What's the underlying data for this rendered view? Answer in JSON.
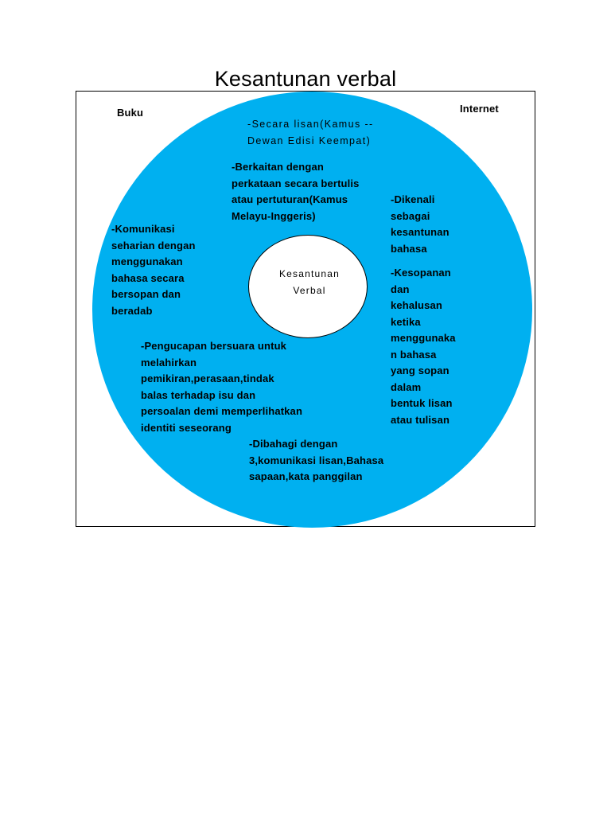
{
  "title": "Kesantunan verbal",
  "colors": {
    "outer_circle": "#00b0f0",
    "inner_circle": "#ffffff",
    "frame_border": "#000000"
  },
  "corner_labels": {
    "left": "Buku",
    "right": "Internet"
  },
  "center": {
    "lines": [
      "Kesantunan",
      "Verbal"
    ]
  },
  "notes": {
    "kamus_dewan": [
      "-Secara lisan(Kamus --",
      "Dewan Edisi Keempat)"
    ],
    "kamus_melayu": [
      "-Berkaitan dengan",
      "perkataan secara bertulis",
      "atau pertuturan(Kamus",
      "Melayu-Inggeris)"
    ],
    "dikenali": [
      "-Dikenali",
      "sebagai",
      "kesantunan",
      "bahasa"
    ],
    "komunikasi": [
      "-Komunikasi",
      "seharian dengan",
      "menggunakan",
      "bahasa secara",
      "bersopan dan",
      "beradab"
    ],
    "kesopanan": [
      "-Kesopanan",
      "dan",
      "kehalusan",
      "ketika",
      "menggunaka",
      "n bahasa",
      "yang sopan",
      "dalam",
      "bentuk lisan",
      "atau tulisan"
    ],
    "pengucapan": [
      "-Pengucapan bersuara untuk",
      "melahirkan",
      "pemikiran,perasaan,tindak",
      "balas terhadap isu dan",
      "persoalan demi memperlihatkan",
      "identiti seseorang"
    ],
    "dibahagi": [
      "-Dibahagi dengan",
      "3,komunikasi lisan,Bahasa",
      "sapaan,kata panggilan"
    ]
  }
}
